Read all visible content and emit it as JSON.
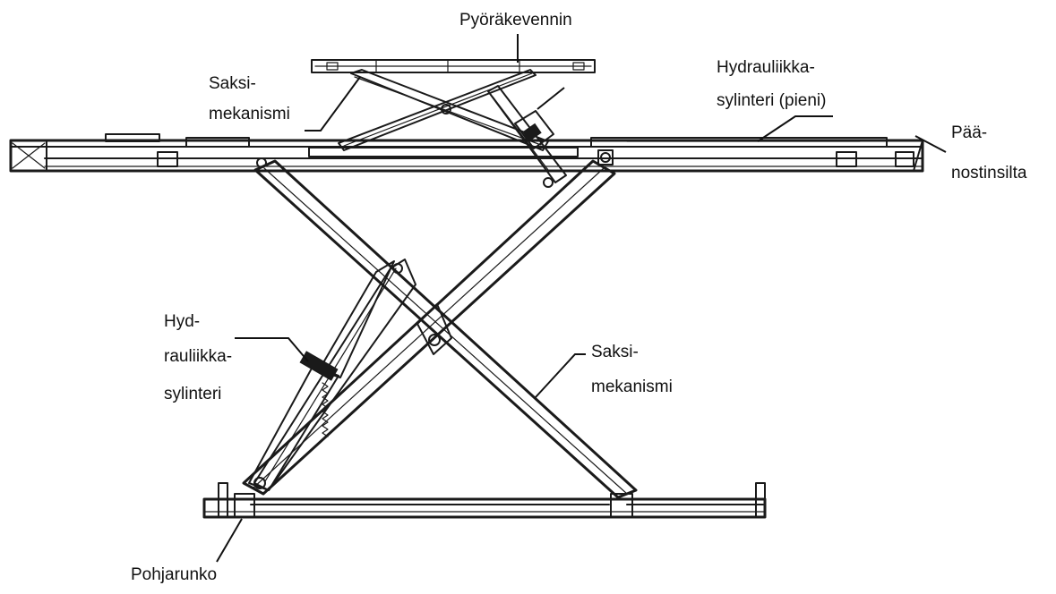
{
  "labels": {
    "wheel_lift": "Pyöräkevennin",
    "scissor_top_l1": "Saksi-",
    "scissor_top_l2": "mekanismi",
    "cyl_small_l1": "Hydrauliikka-",
    "cyl_small_l2": "sylinteri (pieni)",
    "main_l1": "Pää-",
    "main_l2": "nostinsilta",
    "cyl_l1": "Hyd-",
    "cyl_l2": "rauliikka-",
    "cyl_l3": "sylinteri",
    "scissor_main_l1": "Saksi-",
    "scissor_main_l2": "mekanismi",
    "base": "Pohjarunko"
  },
  "colors": {
    "line": "#1a1a1a",
    "background": "#ffffff"
  }
}
